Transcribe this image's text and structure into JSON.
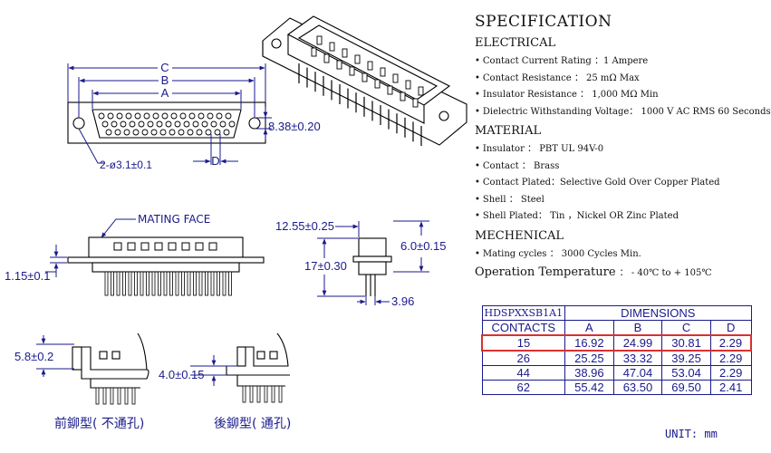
{
  "spec": {
    "title": "SPECIFICATION",
    "electrical": {
      "heading": "ELECTRICAL",
      "items": [
        "Contact Current Rating ：1 Ampere",
        "Contact Resistance ： 25 mΩ Max",
        "Insulator Resistance ： 1,000 MΩ Min",
        "Dielectric Withstanding Voltage： 1000 V AC RMS 60 Seconds"
      ]
    },
    "material": {
      "heading": "MATERIAL",
      "items": [
        "Insulator ： PBT UL 94V-0",
        "Contact ： Brass",
        "Contact  Plated：Selective Gold Over Copper Plated",
        "Shell ： Steel",
        "Shell  Plated： Tin ，Nickel OR Zinc Plated"
      ]
    },
    "mechenical": {
      "heading": "MECHENICAL",
      "items": [
        "Mating cycles ： 3000 Cycles Min."
      ]
    },
    "operation_temperature": {
      "label": "Operation Temperature",
      "value": "： - 40℃ to + 105℃"
    }
  },
  "table": {
    "part_no": "HDSPXXSB1A1",
    "dimensions_label": "DIMENSIONS",
    "contacts_label": "CONTACTS",
    "columns": [
      "A",
      "B",
      "C",
      "D"
    ],
    "rows": [
      {
        "contacts": "15",
        "values": [
          "16.92",
          "24.99",
          "30.81",
          "2.29"
        ],
        "highlighted": true
      },
      {
        "contacts": "26",
        "values": [
          "25.25",
          "33.32",
          "39.25",
          "2.29"
        ],
        "highlighted": false
      },
      {
        "contacts": "44",
        "values": [
          "38.96",
          "47.04",
          "53.04",
          "2.29"
        ],
        "highlighted": false
      },
      {
        "contacts": "62",
        "values": [
          "55.42",
          "63.50",
          "69.50",
          "2.41"
        ],
        "highlighted": false
      }
    ],
    "highlight_color": "#d93030"
  },
  "unit": "UNIT: mm",
  "drawing": {
    "dim_color": "#1a1a8c",
    "front_view": {
      "dim_c": "C",
      "dim_b": "B",
      "dim_a": "A",
      "dim_d": "D",
      "hole_note": "2-ø3.1±0.1",
      "height_dim": "8.38±0.20"
    },
    "side_view": {
      "mating_face": "MATING FACE",
      "flange_thk": "1.15±0.1"
    },
    "end_view": {
      "width_top": "12.55±0.25",
      "height_top": "6.0±0.15",
      "height_total": "17±0.30",
      "pin_pitch": "3.96"
    },
    "detail_front": {
      "dim": "5.8±0.2",
      "caption": "前鉚型( 不通孔)"
    },
    "detail_rear": {
      "dim": "4.0±0.15",
      "caption": "後鉚型( 通孔)"
    }
  }
}
